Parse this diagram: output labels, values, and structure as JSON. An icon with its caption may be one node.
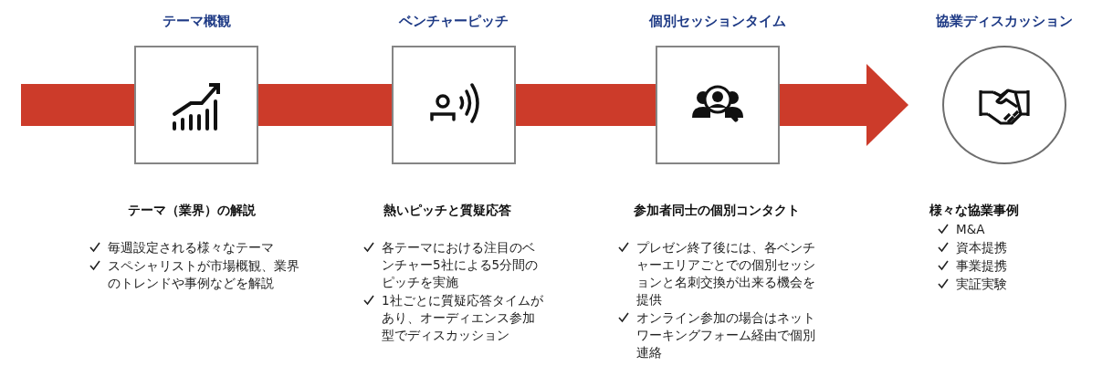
{
  "diagram": {
    "nodes": [
      {
        "text": [
          "テーマ概観"
        ],
        "beside": [
          "テーマ（業界）の解説",
          "毎週設定される様々なテーマ",
          "スペシャリストが市場概観、業界のトレンドや事例などを解説"
        ]
      },
      {
        "text": [
          "ベンチャーピッチ"
        ],
        "beside": [
          "熱いピッチと質疑応答",
          "各テーマにおける注目のベンチャー5社による5分間のピッチを実施",
          "1社ごとに質疑応答タイムがあり、オーディエンス参加型でディスカッション"
        ]
      },
      {
        "text": [
          "個別セッションタイム"
        ],
        "beside": [
          "参加者同士の個別コンタクト",
          "プレゼン終了後には、各ベンチャーエリアごとでの個別セッションと名刺交換が出来る機会を提供",
          "オンライン参加の場合はネットワーキングフォーム経由で個別連絡"
        ]
      },
      {
        "text": [
          "協業ディスカッション"
        ],
        "beside": [
          "様々な協業事例",
          "M&A",
          "資本提携",
          "事業提携",
          "実証実験"
        ]
      }
    ],
    "edges": [
      {
        "from": null,
        "to": 0,
        "arrow": "none"
      },
      {
        "from": 0,
        "to": 1,
        "arrow": "none"
      },
      {
        "from": 1,
        "to": 2,
        "arrow": "none"
      },
      {
        "from": 2,
        "to": 3,
        "arrow": "to"
      }
    ]
  }
}
